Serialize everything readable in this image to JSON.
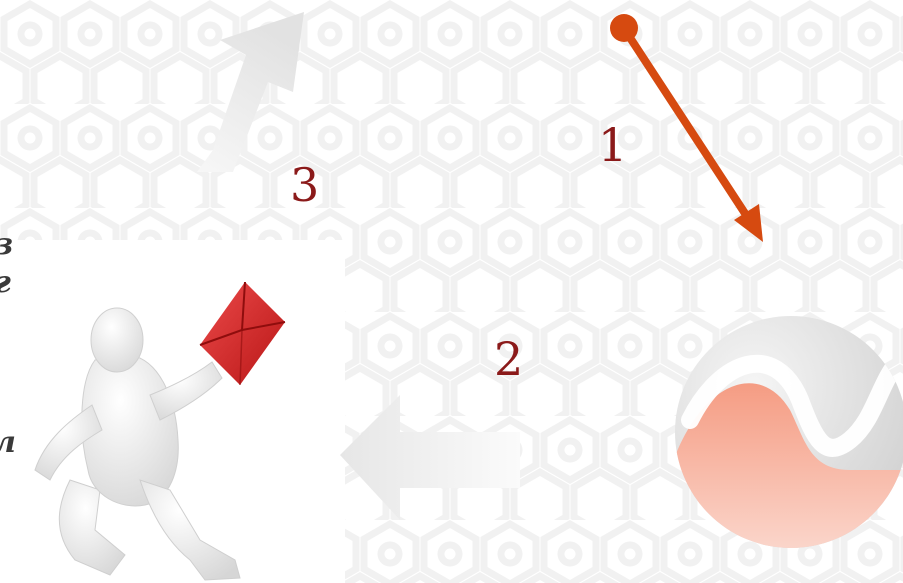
{
  "steps": [
    {
      "label": "1"
    },
    {
      "label": "2"
    },
    {
      "label": "3"
    }
  ],
  "edge_glyphs": [
    "з",
    "г",
    "л"
  ],
  "colors": {
    "accent_red": "#8b1a1a",
    "arrow_orange": "#d64a10",
    "arrow_gray": "#e9e9e9",
    "pattern": "#f3f3f3",
    "logo_gray": "#d4d4d4",
    "logo_red": "#f7b9a6",
    "envelope_red": "#d82a2a",
    "figure_white": "#f2f2f2"
  },
  "icons": {
    "person": "person-sending-mail-icon",
    "logo": "brand-logo-icon",
    "envelope": "envelope-icon"
  }
}
